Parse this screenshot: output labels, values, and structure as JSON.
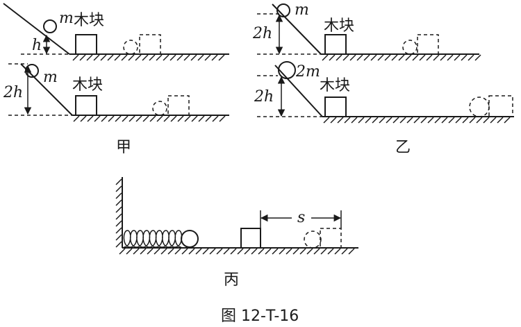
{
  "panels": {
    "jia": {
      "label": "甲",
      "top": {
        "mass": "m",
        "height": "h",
        "block": "木块"
      },
      "bottom": {
        "mass": "m",
        "height": "2h",
        "block": "木块"
      }
    },
    "yi": {
      "label": "乙",
      "top": {
        "mass": "m",
        "height": "2h",
        "block": "木块"
      },
      "bottom": {
        "mass": "2m",
        "height": "2h",
        "block": "木块"
      }
    },
    "bing": {
      "label": "丙",
      "distance": "s"
    }
  },
  "caption": "图 12-T-16",
  "colors": {
    "ink": "#1a1a1a",
    "background": "#ffffff"
  }
}
